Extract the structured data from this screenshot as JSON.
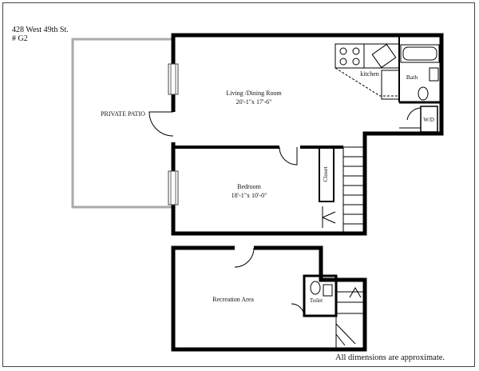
{
  "header": {
    "address": "428 West 49th St.",
    "unit": "# G2"
  },
  "rooms": {
    "living_name": "Living /Dining Room",
    "living_dims": "20'-1\"x 17'-6\"",
    "kitchen": "kitchen",
    "bath": "Bath",
    "washer_dryer": "W/D",
    "patio": "PRIVATE PATIO",
    "bedroom_name": "Bedroom",
    "bedroom_dims": "18'-1\"x 10'-0\"",
    "closet": "Closet",
    "recreation": "Recreation Area",
    "toilet": "Toilet"
  },
  "footer": {
    "disclaimer": "All dimensions are approximate."
  }
}
